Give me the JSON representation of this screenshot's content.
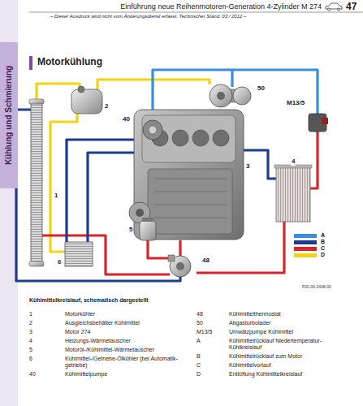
{
  "diagram": {
    "title": "Motorkühlung",
    "caption": "Kühlmittelkreislauf, schematisch dargestellt",
    "nodes": [
      {
        "text": [
          "Kühlung und Schmierung"
        ]
      }
    ],
    "labels": [
      "Einführung neue Reihenmotoren-Generation 4-Zylinder M 274",
      "47",
      "– Dieser Ausdruck wird nicht vom Änderungsdienst erfasst. Technischer Stand: 03 / 2012 –",
      "1",
      "2",
      "3",
      "4",
      "5",
      "6",
      "40",
      "48",
      "50",
      "M13/5",
      "P20.00-2438-00",
      "1",
      "Motorkühler",
      "2",
      "Ausgleichsbehälter Kühlmittel",
      "3",
      "Motor 274",
      "4",
      "Heizungs-Wärmetauscher",
      "5",
      "Motoröl-/Kühlmittel-Wärmetauscher",
      "6",
      "Kühlmittel-/Getriebe-Ölkühler (bei Automatik- getriebe)",
      "40",
      "Kühlmittelpumpe",
      "48",
      "Kühlmittelthermostat",
      "50",
      "Abgasturbolader",
      "M13/5",
      "Umwälzpumpe Kühlmittel",
      "A",
      "Kühlmittelrücklauf Niedertemperatur- Kühlkreislauf",
      "B",
      "Kühlmittelrücklauf zum Motor",
      "C",
      "Kühlmittelvorlauf",
      "D",
      "Entlüftung Kühlmittelkreislauf"
    ],
    "legend": [
      {
        "text": "A",
        "color": "#3a8ee0"
      },
      {
        "text": "B",
        "color": "#1d3c8f"
      },
      {
        "text": "C",
        "color": "#d8232a"
      },
      {
        "text": "D",
        "color": "#f3d317"
      }
    ]
  }
}
